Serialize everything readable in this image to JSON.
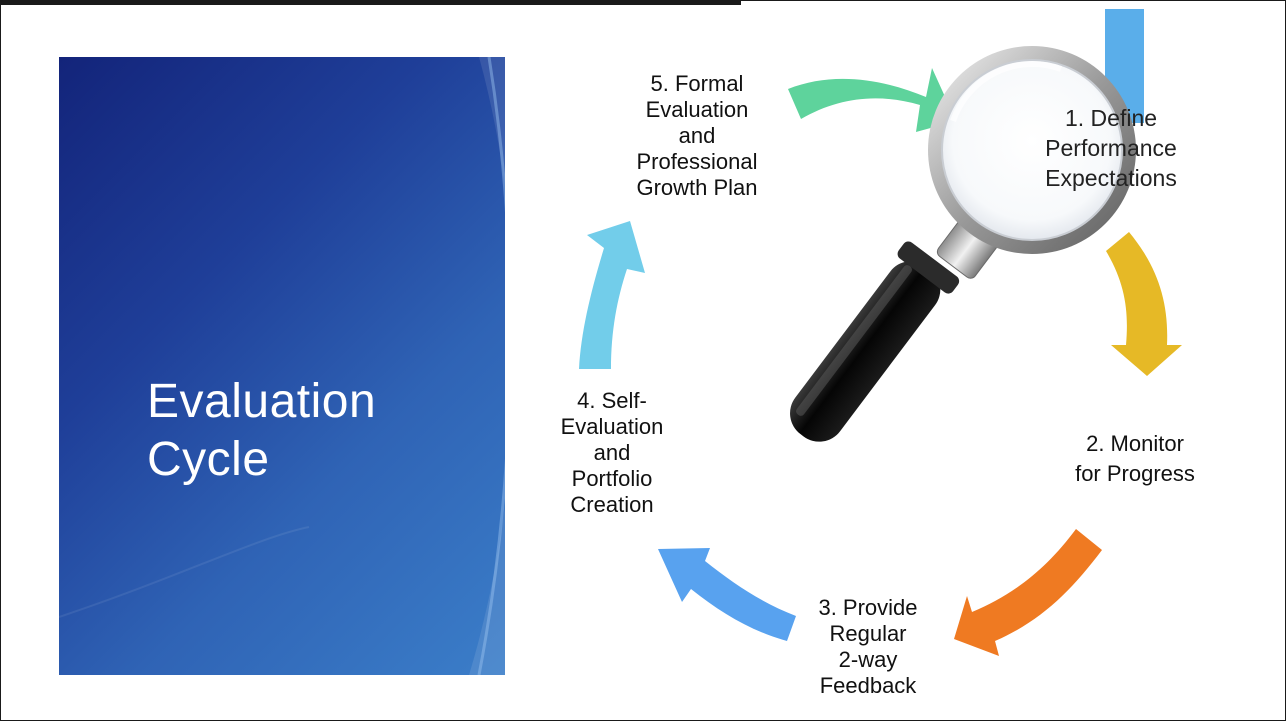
{
  "slide": {
    "title_lines": [
      "Evaluation",
      "Cycle"
    ]
  },
  "cycle_steps": [
    {
      "id": "step-1",
      "lines": [
        "1. Define",
        "Performance",
        "Expectations"
      ]
    },
    {
      "id": "step-2",
      "lines": [
        "2. Monitor",
        "for Progress"
      ]
    },
    {
      "id": "step-3",
      "lines": [
        "3. Provide",
        "Regular",
        "2-way",
        "Feedback"
      ]
    },
    {
      "id": "step-4",
      "lines": [
        "4. Self-",
        "Evaluation",
        "and",
        "Portfolio",
        "Creation"
      ]
    },
    {
      "id": "step-5",
      "lines": [
        "5. Formal",
        "Evaluation",
        "and",
        "Professional",
        "Growth Plan"
      ]
    }
  ],
  "arrows": [
    {
      "from": "step-5",
      "to": "step-1",
      "color": "#5ed39c"
    },
    {
      "from": "step-1",
      "to": "step-2",
      "color": "#e6b926"
    },
    {
      "from": "step-2",
      "to": "step-3",
      "color": "#ef7a22"
    },
    {
      "from": "step-3",
      "to": "step-4",
      "color": "#58a2ef"
    },
    {
      "from": "step-4",
      "to": "step-5",
      "color": "#72cdea"
    }
  ],
  "icons": {
    "center": "magnifying-glass-icon"
  },
  "colors": {
    "panel_dark": "#13247a",
    "panel_light": "#3b7ec9",
    "accent_block": "#5aaeea"
  }
}
